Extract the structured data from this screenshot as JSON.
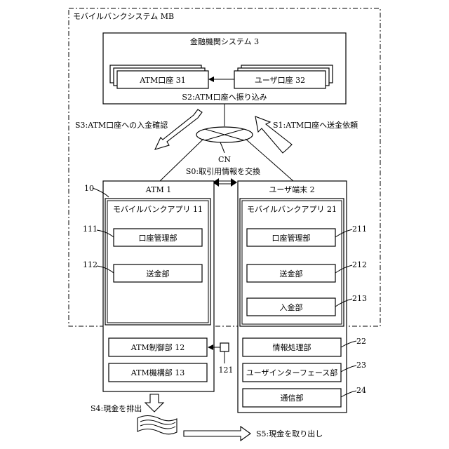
{
  "diagram": {
    "system_title": "モバイルバンクシステム MB",
    "bank_system": "金融機関システム 3",
    "atm_account": "ATM口座 31",
    "user_account": "ユーザ口座 32",
    "s2": "S2:ATM口座へ振り込み",
    "s3": "S3:ATM口座への入金確認",
    "s1": "S1:ATM口座へ送金依頼",
    "network": "CN",
    "s0": "S0:取引用情報を交換",
    "atm_ref": "10",
    "atm": "ATM 1",
    "atm_app": "モバイルバンクアプリ 11",
    "atm_account_mgmt": "口座管理部",
    "atm_remit": "送金部",
    "ref_111": "111",
    "ref_112": "112",
    "atm_control": "ATM制御部 12",
    "atm_mechanism": "ATM機構部 13",
    "ref_121": "121",
    "user_terminal": "ユーザ端末 2",
    "user_app": "モバイルバンクアプリ 21",
    "user_account_mgmt": "口座管理部",
    "user_remit": "送金部",
    "user_deposit": "入金部",
    "ref_211": "211",
    "ref_212": "212",
    "ref_213": "213",
    "info_processing": "情報処理部",
    "ui_unit": "ユーザインターフェース部",
    "comm_unit": "通信部",
    "ref_22": "22",
    "ref_23": "23",
    "ref_24": "24",
    "s4": "S4:現金を排出",
    "s5": "S5:現金を取り出し"
  }
}
